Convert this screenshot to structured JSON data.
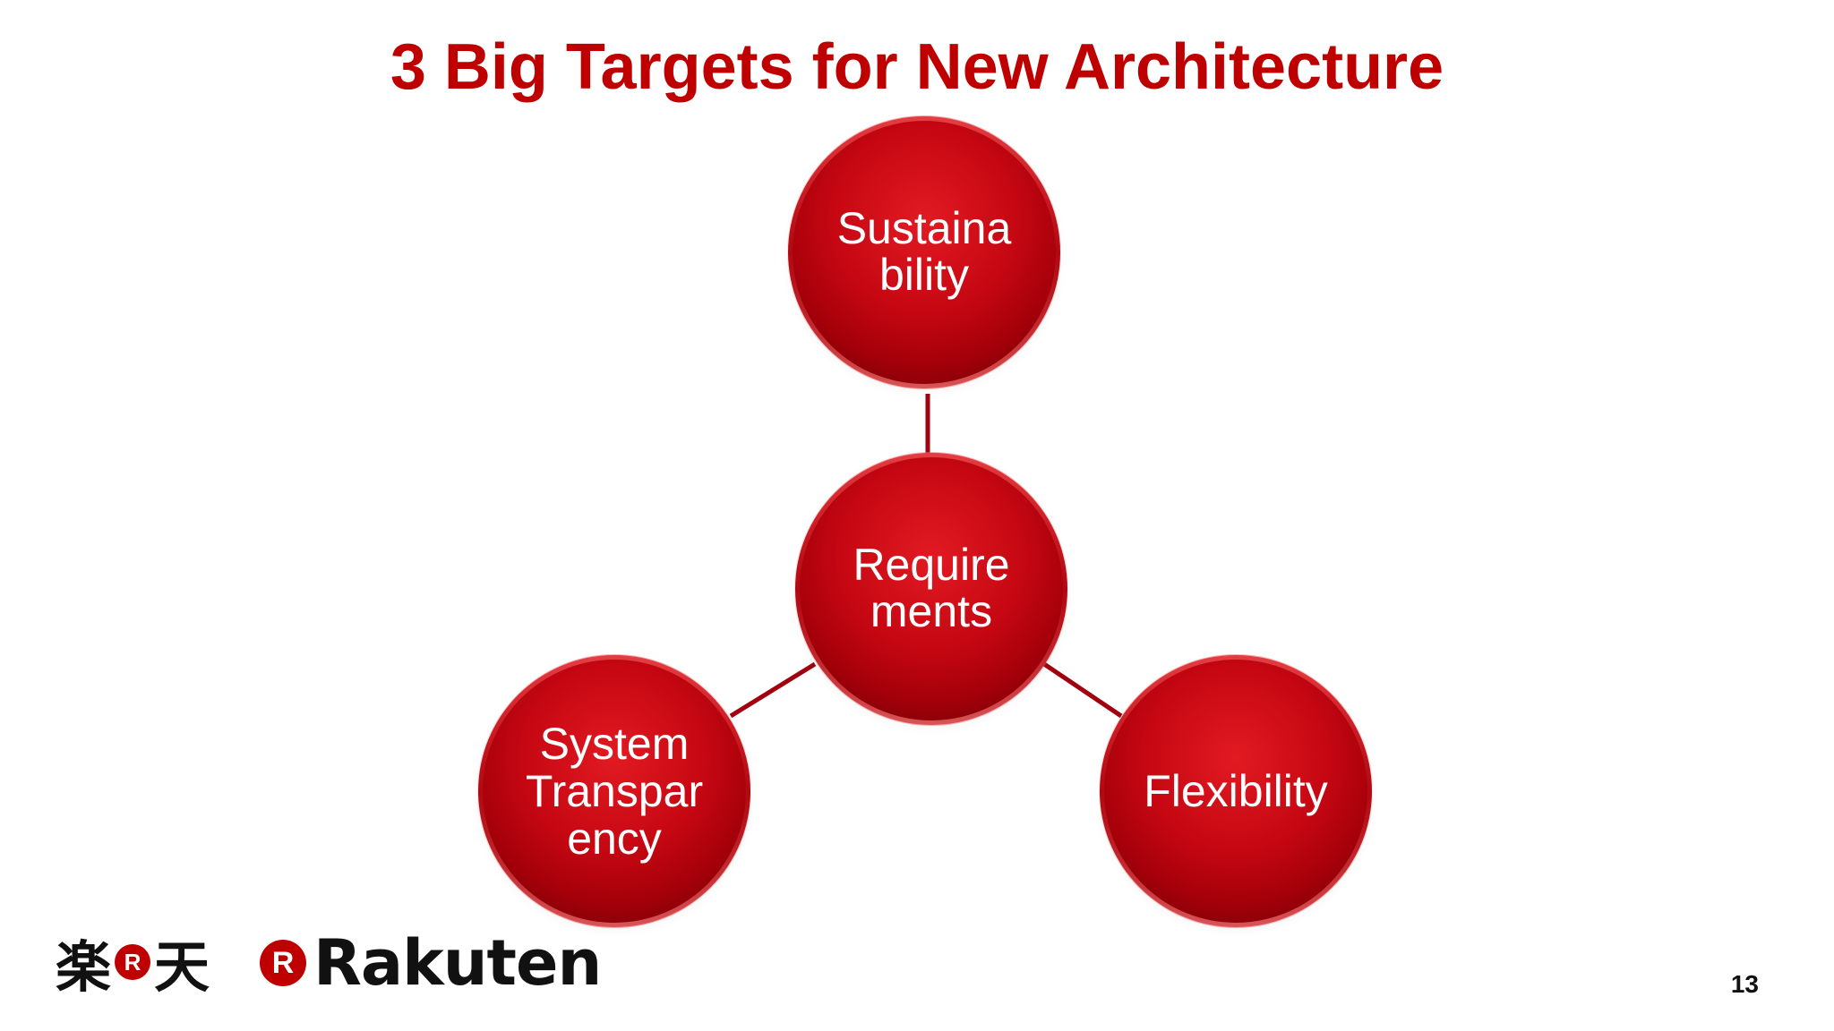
{
  "slide": {
    "title": "3 Big Targets for New Architecture",
    "page_number": "13"
  },
  "diagram": {
    "center": {
      "lines": [
        "Require",
        "ments"
      ]
    },
    "targets": [
      {
        "position": "top",
        "lines": [
          "Sustaina",
          "bility"
        ]
      },
      {
        "position": "bottom-left",
        "lines": [
          "System",
          "Transpar",
          "ency"
        ]
      },
      {
        "position": "bottom-right",
        "lines": [
          "Flexibility"
        ]
      }
    ]
  },
  "logos": {
    "japanese_left": "楽",
    "japanese_mark": "R",
    "japanese_right": "天",
    "english_mark": "R",
    "english_word": "Rakuten"
  },
  "colors": {
    "title": "#bf0000",
    "node_fill": "#c40010",
    "node_highlight": "#ee3b3b",
    "node_shadow": "#8a0008",
    "connector": "#a1000f",
    "brand": "#bf0000"
  }
}
